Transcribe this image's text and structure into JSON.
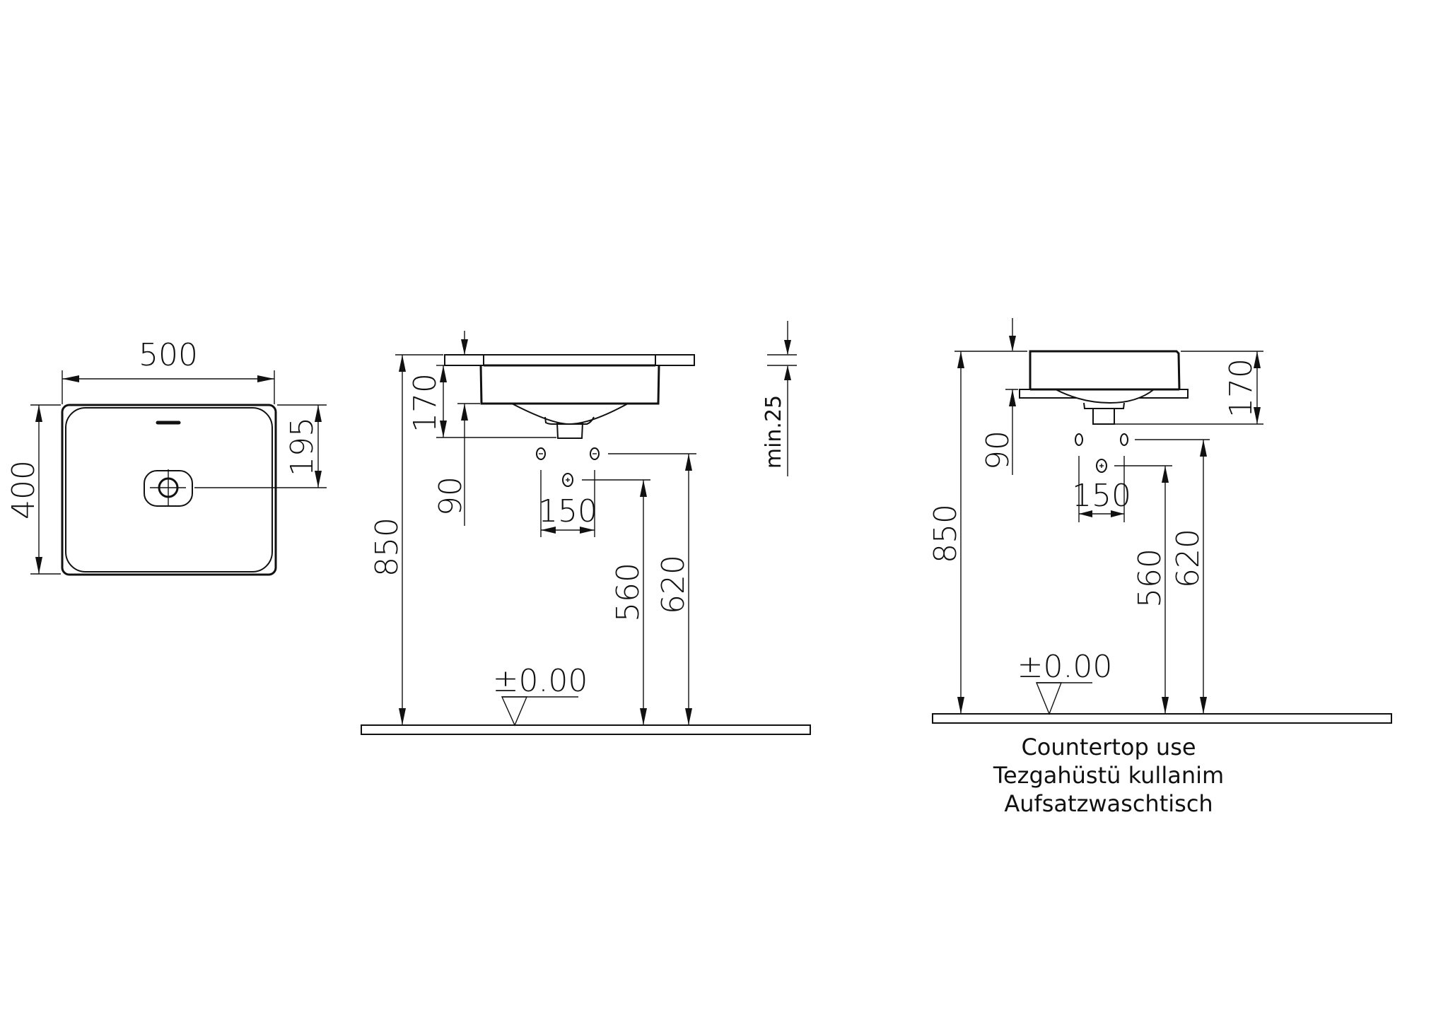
{
  "drawing": {
    "background": "#ffffff",
    "line_color": "#111111",
    "top_view": {
      "width_label": "500",
      "depth_label": "400",
      "drain_offset_label": "195"
    },
    "side_view_inset": {
      "countertop_thickness_label": "min.25",
      "basin_height_label": "170",
      "drain_height_label": "90",
      "tap_spacing_label": "150",
      "counter_height_label": "850",
      "supply_height_low_label": "560",
      "supply_height_high_label": "620",
      "floor_level_label": "±0.00"
    },
    "side_view_countertop": {
      "basin_height_label": "170",
      "drain_height_label": "90",
      "tap_spacing_label": "150",
      "counter_height_label": "850",
      "supply_height_low_label": "560",
      "supply_height_high_label": "620",
      "floor_level_label": "±0.00",
      "caption": [
        "Countertop use",
        "Tezgahüstü kullanim",
        "Aufsatzwaschtisch"
      ]
    }
  }
}
